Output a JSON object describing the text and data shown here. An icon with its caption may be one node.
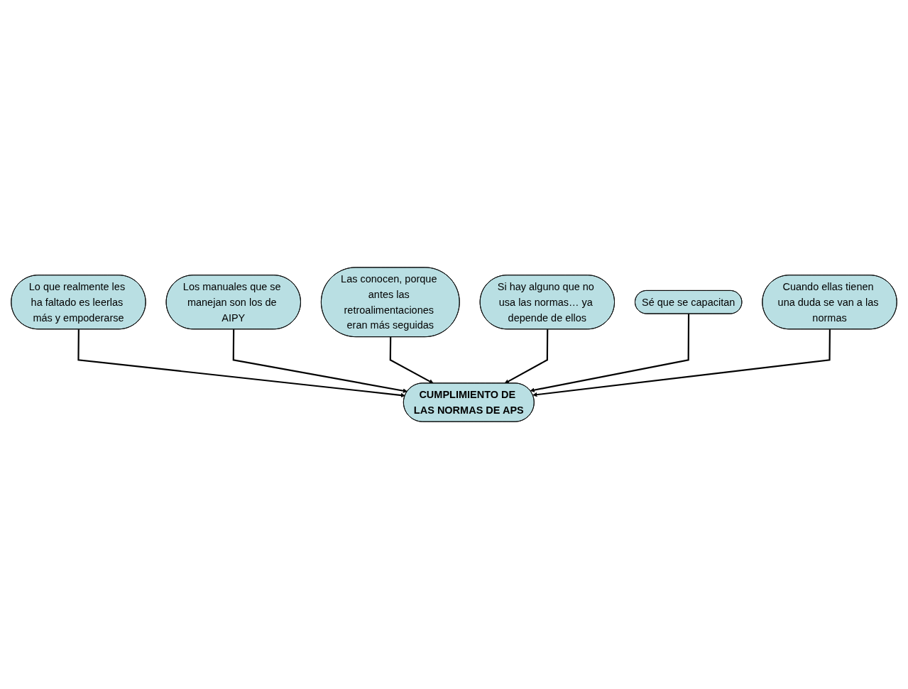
{
  "diagram": {
    "nodes": [
      {
        "text": [
          "Lo que realmente les ha faltado es leerlas más y empoderarse"
        ]
      },
      {
        "text": [
          "Los manuales que se manejan son los de AIPY"
        ]
      },
      {
        "text": [
          "Las conocen, porque antes las retroalimentaciones eran más seguidas"
        ]
      },
      {
        "text": [
          "CUMPLIMIENTO DE LAS NORMAS DE APS"
        ]
      },
      {
        "text": [
          "Si hay alguno que no usa las normas… ya depende de ellos"
        ]
      },
      {
        "text": [
          "Sé que se capacitan"
        ]
      },
      {
        "text": [
          "Cuando ellas tienen una duda se van a las normas"
        ]
      }
    ],
    "edges": [
      {
        "from": 0,
        "to": 3,
        "arrow": "to"
      },
      {
        "from": 1,
        "to": 3,
        "arrow": "to"
      },
      {
        "from": 2,
        "to": 3,
        "arrow": "to"
      },
      {
        "from": 4,
        "to": 3,
        "arrow": "to"
      },
      {
        "from": 5,
        "to": 3,
        "arrow": "to"
      },
      {
        "from": 6,
        "to": 3,
        "arrow": "to"
      }
    ]
  }
}
